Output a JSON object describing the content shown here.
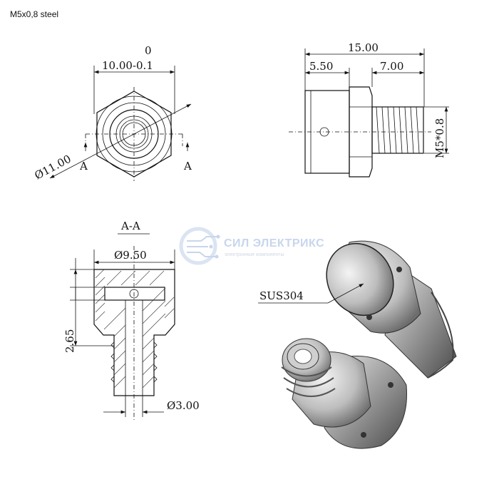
{
  "title": "M5x0,8 steel",
  "front_view": {
    "width_dim": "10.00-0.1",
    "tolerance_upper": "0",
    "diameter_dim": "Ø11.00",
    "section_mark_left": "A",
    "section_mark_right": "A"
  },
  "side_view": {
    "total_length": "15.00",
    "body_length": "5.50",
    "thread_length": "7.00",
    "thread_spec": "M5*0.8"
  },
  "section_view": {
    "label": "A-A",
    "outer_diameter": "Ø9.50",
    "depth": "2.65",
    "bore_diameter": "Ø3.00"
  },
  "render": {
    "material_label": "SUS304"
  },
  "watermark": {
    "brand": "СИЛ ЭЛЕКТРИКС",
    "tagline": "электронные компоненты"
  }
}
